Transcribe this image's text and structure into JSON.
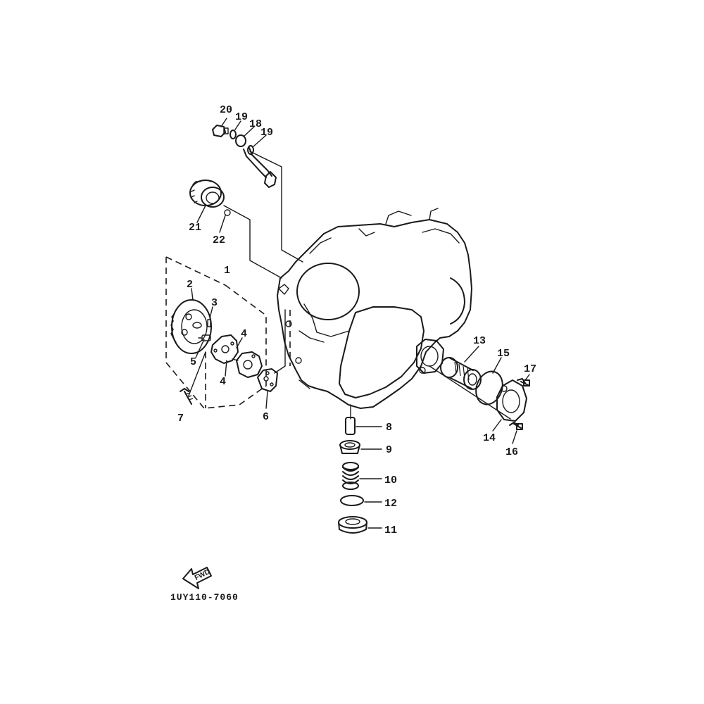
{
  "parts": [
    {
      "id": "part-1",
      "callout": "1"
    },
    {
      "id": "part-2",
      "callout": "2"
    },
    {
      "id": "part-3",
      "callout": "3"
    },
    {
      "id": "part-4a",
      "callout": "4"
    },
    {
      "id": "part-4b",
      "callout": "4"
    },
    {
      "id": "part-5",
      "callout": "5"
    },
    {
      "id": "part-6",
      "callout": "6"
    },
    {
      "id": "part-7",
      "callout": "7"
    },
    {
      "id": "part-8",
      "callout": "8"
    },
    {
      "id": "part-9",
      "callout": "9"
    },
    {
      "id": "part-10",
      "callout": "10"
    },
    {
      "id": "part-11",
      "callout": "11"
    },
    {
      "id": "part-12",
      "callout": "12"
    },
    {
      "id": "part-13",
      "callout": "13"
    },
    {
      "id": "part-14",
      "callout": "14"
    },
    {
      "id": "part-15",
      "callout": "15"
    },
    {
      "id": "part-16",
      "callout": "16"
    },
    {
      "id": "part-17",
      "callout": "17"
    },
    {
      "id": "part-18",
      "callout": "18"
    },
    {
      "id": "part-19a",
      "callout": "19"
    },
    {
      "id": "part-19b",
      "callout": "19"
    },
    {
      "id": "part-20",
      "callout": "20"
    },
    {
      "id": "part-21",
      "callout": "21"
    },
    {
      "id": "part-22",
      "callout": "22"
    }
  ],
  "fwd_label": "FWD",
  "drawing_code": "1UY110-7060"
}
